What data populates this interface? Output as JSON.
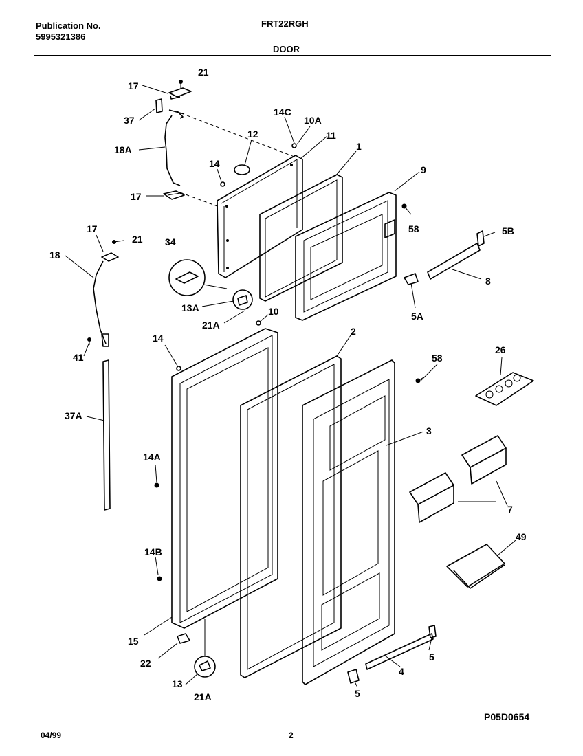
{
  "header": {
    "publication_label": "Publication No.",
    "publication_number": "5995321386",
    "model": "FRT22RGH",
    "section": "DOOR"
  },
  "footer": {
    "date": "04/99",
    "page": "2",
    "diagram_code": "P05D0654"
  },
  "callouts": {
    "c21a": "21",
    "c17a": "17",
    "c37": "37",
    "c18A": "18A",
    "c17b": "17",
    "c14top": "14",
    "c12": "12",
    "c14C": "14C",
    "c10A": "10A",
    "c11": "11",
    "c1": "1",
    "c9": "9",
    "c58top": "58",
    "c5B": "5B",
    "c8": "8",
    "c5A": "5A",
    "c17c": "17",
    "c21b": "21",
    "c18": "18",
    "c34": "34",
    "c13A": "13A",
    "c21A_top": "21A",
    "c10": "10",
    "c41": "41",
    "c14mid": "14",
    "c2": "2",
    "c58mid": "58",
    "c26": "26",
    "c37A": "37A",
    "c3": "3",
    "c14A": "14A",
    "c7": "7",
    "c14B": "14B",
    "c49": "49",
    "c15": "15",
    "c22": "22",
    "c13": "13",
    "c21A_bot": "21A",
    "c4": "4",
    "c5a": "5",
    "c5b": "5"
  }
}
